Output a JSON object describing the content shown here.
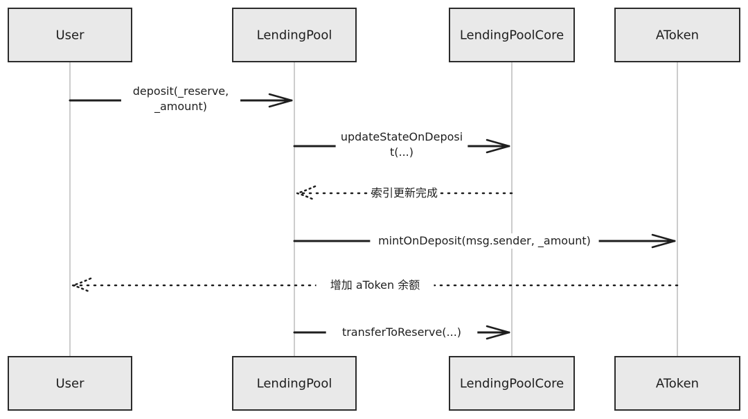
{
  "participants": [
    {
      "id": "user",
      "label": "User"
    },
    {
      "id": "pool",
      "label": "LendingPool"
    },
    {
      "id": "core",
      "label": "LendingPoolCore"
    },
    {
      "id": "atoken",
      "label": "AToken"
    }
  ],
  "messages": [
    {
      "from": "user",
      "to": "pool",
      "style": "solid",
      "lines": [
        "deposit(_reserve,",
        "_amount)"
      ]
    },
    {
      "from": "pool",
      "to": "core",
      "style": "solid",
      "lines": [
        "updateStateOnDeposi",
        "t(...)"
      ]
    },
    {
      "from": "core",
      "to": "pool",
      "style": "dotted",
      "lines": [
        "索引更新完成"
      ]
    },
    {
      "from": "pool",
      "to": "atoken",
      "style": "solid",
      "lines": [
        "mintOnDeposit(msg.sender, _amount)"
      ]
    },
    {
      "from": "atoken",
      "to": "user",
      "style": "dotted",
      "lines": [
        "增加 aToken 余额"
      ]
    },
    {
      "from": "pool",
      "to": "core",
      "style": "solid",
      "lines": [
        "transferToReserve(...)"
      ]
    }
  ]
}
